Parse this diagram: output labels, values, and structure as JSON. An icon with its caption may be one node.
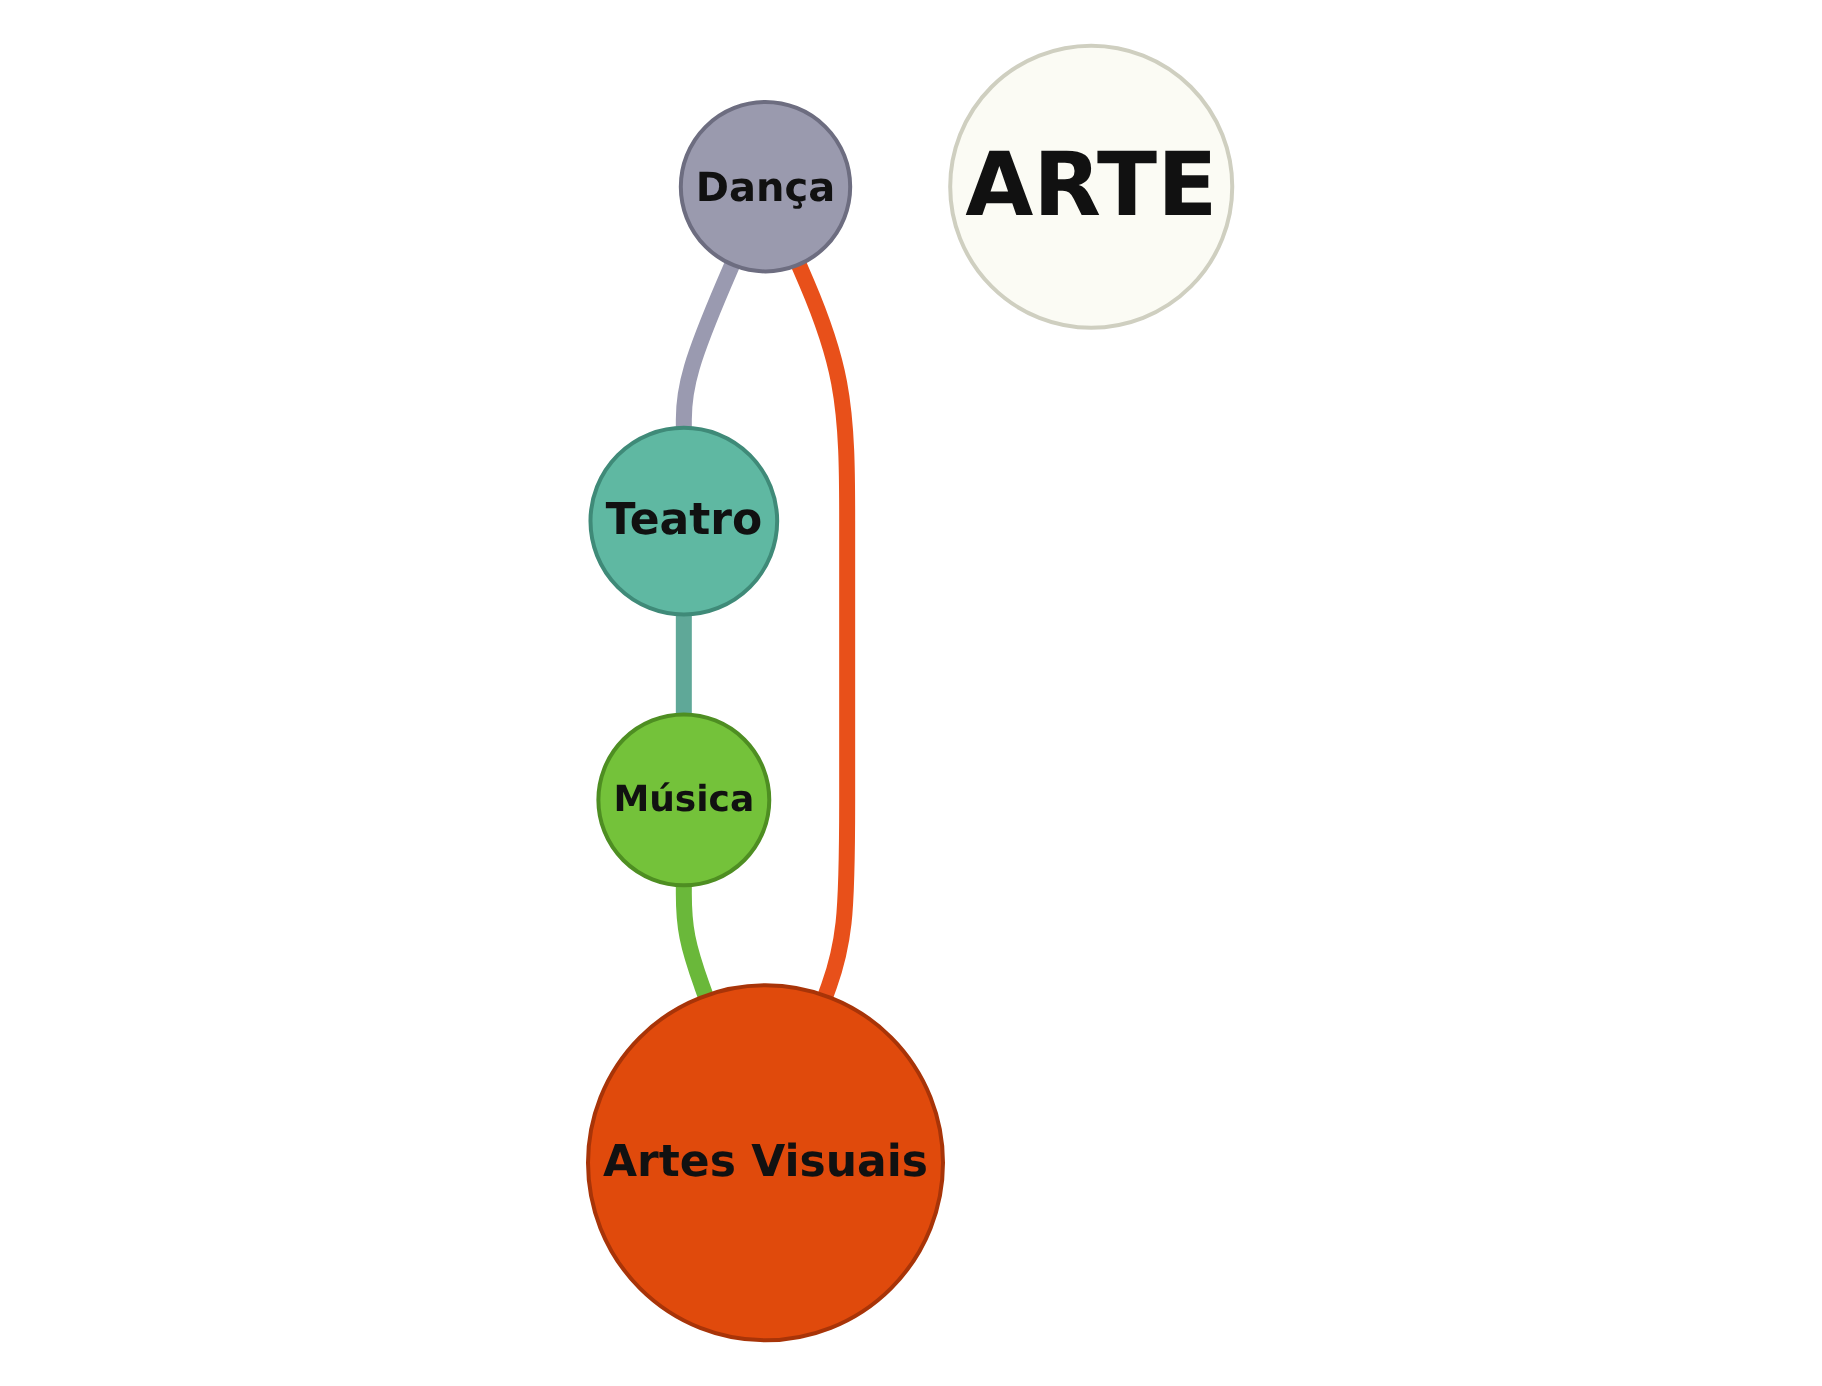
{
  "diagram": {
    "nodes": [
      {
        "text": [
          "Dança"
        ]
      },
      {
        "text": [
          "Artes Visuais"
        ]
      },
      {
        "text": [
          "ARTE"
        ]
      },
      {
        "text": [
          "Teatro"
        ]
      },
      {
        "text": [
          "Música"
        ]
      }
    ],
    "edges": [
      {
        "from": 0,
        "to": 3,
        "arrow": "none",
        "color": "#9a9ab0"
      },
      {
        "from": 3,
        "to": 4,
        "arrow": "none",
        "color": "#5fa898"
      },
      {
        "from": 4,
        "to": 1,
        "arrow": "none",
        "color": "#6ab83a"
      },
      {
        "from": 1,
        "to": 0,
        "arrow": "none",
        "color": "#e8501a"
      }
    ]
  }
}
